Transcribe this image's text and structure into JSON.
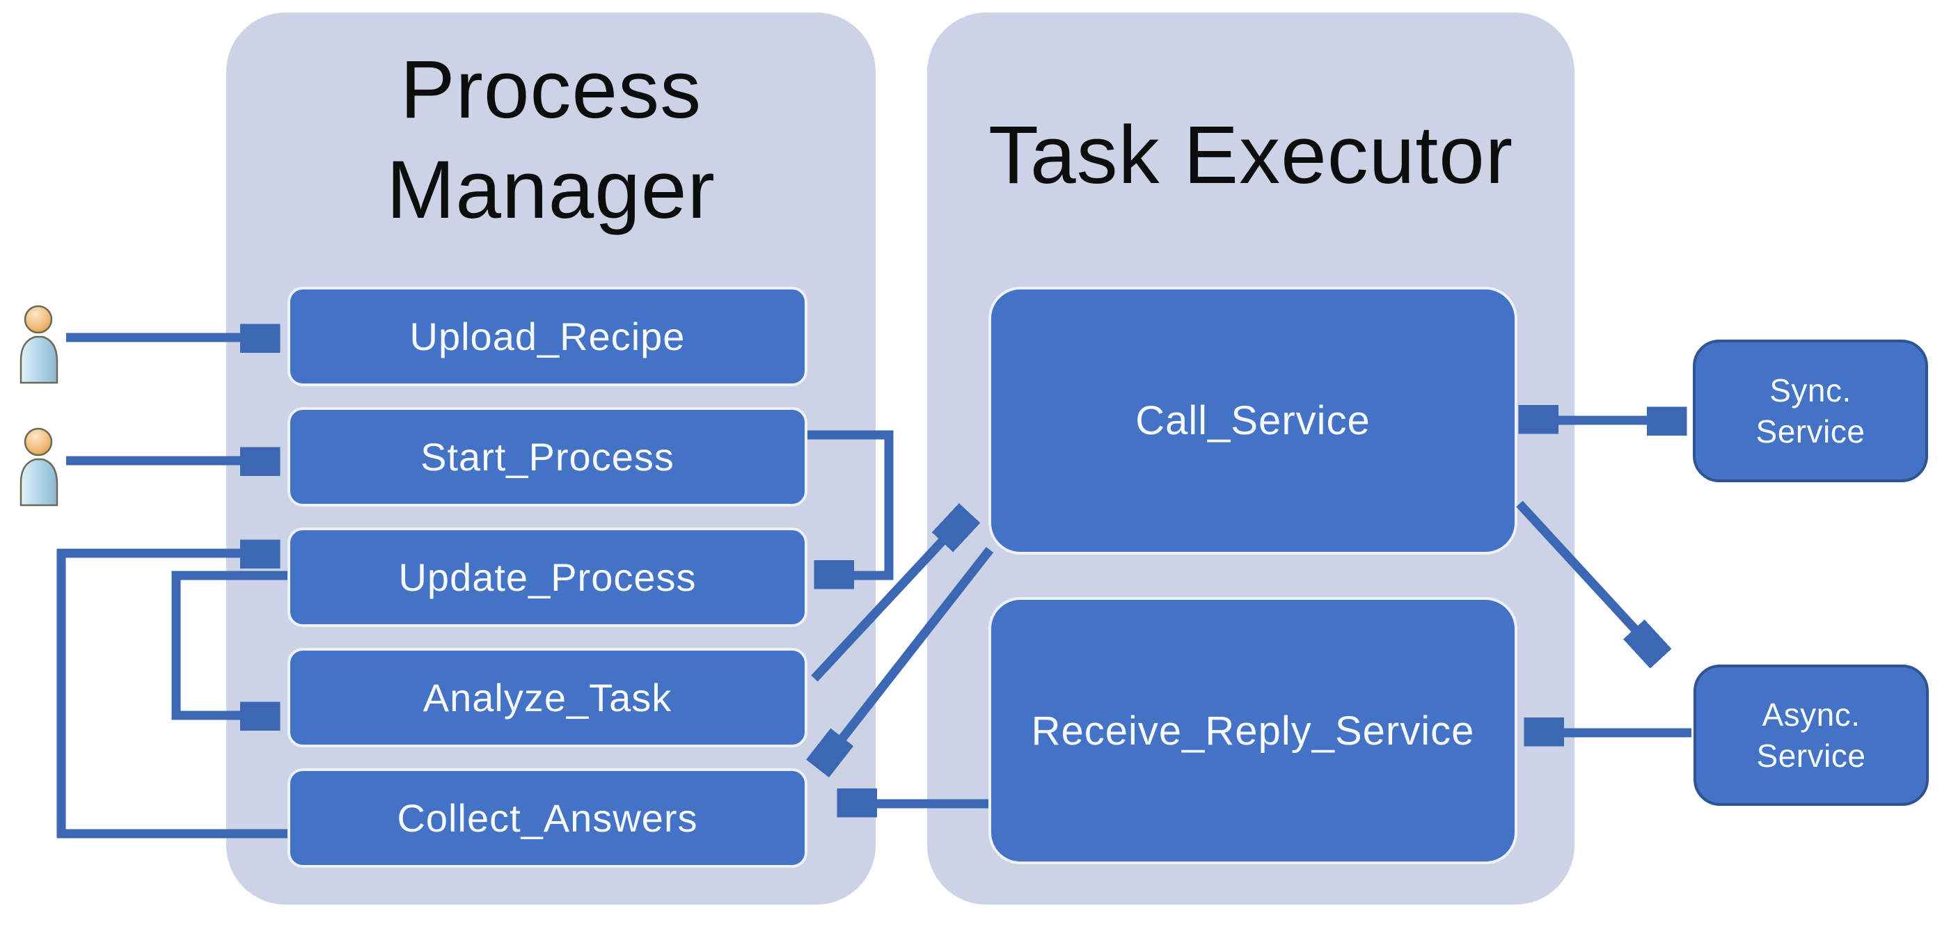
{
  "diagram_title": "Process Manager / Task Executor service diagram",
  "colors": {
    "container_fill": "#ccd3e6",
    "node_fill": "#4472c4",
    "node_light_border": "#eef1f8",
    "service_border": "#2e5494",
    "arrow": "#3b67b3",
    "title_text": "#0d0d0d",
    "node_text": "#f7fafd",
    "background": "#ffffff"
  },
  "actors": [
    {
      "icon": "user-icon"
    },
    {
      "icon": "user-icon"
    }
  ],
  "process_manager": {
    "title_line1": "Process",
    "title_line2": "Manager",
    "boxes": [
      {
        "label": "Upload_Recipe"
      },
      {
        "label": "Start_Process"
      },
      {
        "label": "Update_Process"
      },
      {
        "label": "Analyze_Task"
      },
      {
        "label": "Collect_Answers"
      }
    ]
  },
  "task_executor": {
    "title": "Task Executor",
    "boxes": [
      {
        "label": "Call_Service"
      },
      {
        "label": "Receive_Reply_Service"
      }
    ]
  },
  "services": [
    {
      "label_line1": "Sync.",
      "label_line2": "Service"
    },
    {
      "label_line1": "Async.",
      "label_line2": "Service"
    }
  ],
  "edges": [
    {
      "from": "user-1",
      "to": "Upload_Recipe",
      "type": "arrow"
    },
    {
      "from": "user-2",
      "to": "Start_Process",
      "type": "arrow"
    },
    {
      "from": "Start_Process",
      "to": "Update_Process",
      "type": "arrow"
    },
    {
      "from": "Update_Process",
      "to": "Analyze_Task",
      "type": "arrow"
    },
    {
      "from": "Collect_Answers",
      "to": "Update_Process",
      "type": "arrow"
    },
    {
      "from": "Analyze_Task",
      "to": "Call_Service",
      "type": "arrow"
    },
    {
      "from": "Call_Service",
      "to": "Collect_Answers",
      "type": "arrow"
    },
    {
      "from": "Call_Service",
      "to": "Sync. Service",
      "type": "double-arrow"
    },
    {
      "from": "Call_Service",
      "to": "Async. Service",
      "type": "arrow"
    },
    {
      "from": "Async. Service",
      "to": "Receive_Reply_Service",
      "type": "arrow"
    },
    {
      "from": "Receive_Reply_Service",
      "to": "Collect_Answers",
      "type": "arrow"
    }
  ]
}
